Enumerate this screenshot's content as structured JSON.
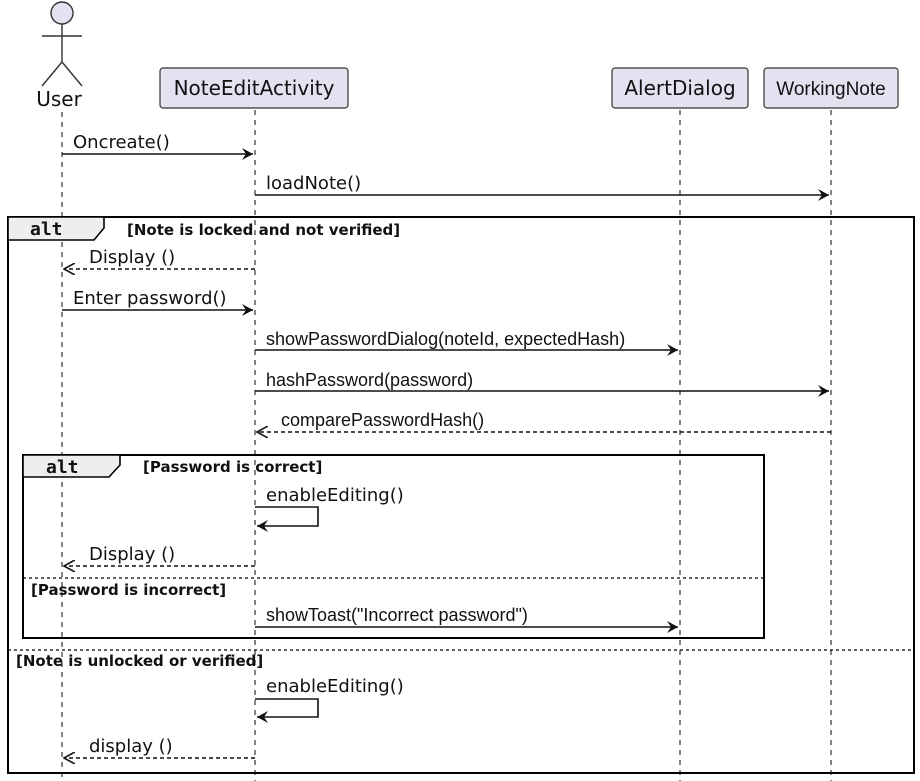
{
  "participants": {
    "user": "User",
    "note_edit_activity": "NoteEditActivity",
    "alert_dialog": "AlertDialog",
    "working_note": "WorkingNote"
  },
  "messages": {
    "oncreate": "Oncreate()",
    "load_note": "loadNote()",
    "display_1": "Display   ()",
    "enter_password": "Enter password()",
    "show_password_dialog": "showPasswordDialog(noteId, expectedHash)",
    "hash_password": "hashPassword(password)",
    "compare_password_hash": "comparePasswordHash()",
    "enable_editing_1": "enableEditing()",
    "display_2": "Display   ()",
    "show_toast": "showToast(\"Incorrect password\")",
    "enable_editing_2": "enableEditing()",
    "display_3": "display   ()"
  },
  "fragments": {
    "outer": {
      "operator": "alt",
      "guard_1": "[Note is locked and not verified]",
      "guard_2": "[Note is unlocked or verified]"
    },
    "inner": {
      "operator": "alt",
      "guard_1": "[Password is correct]",
      "guard_2": "[Password is incorrect]"
    }
  }
}
